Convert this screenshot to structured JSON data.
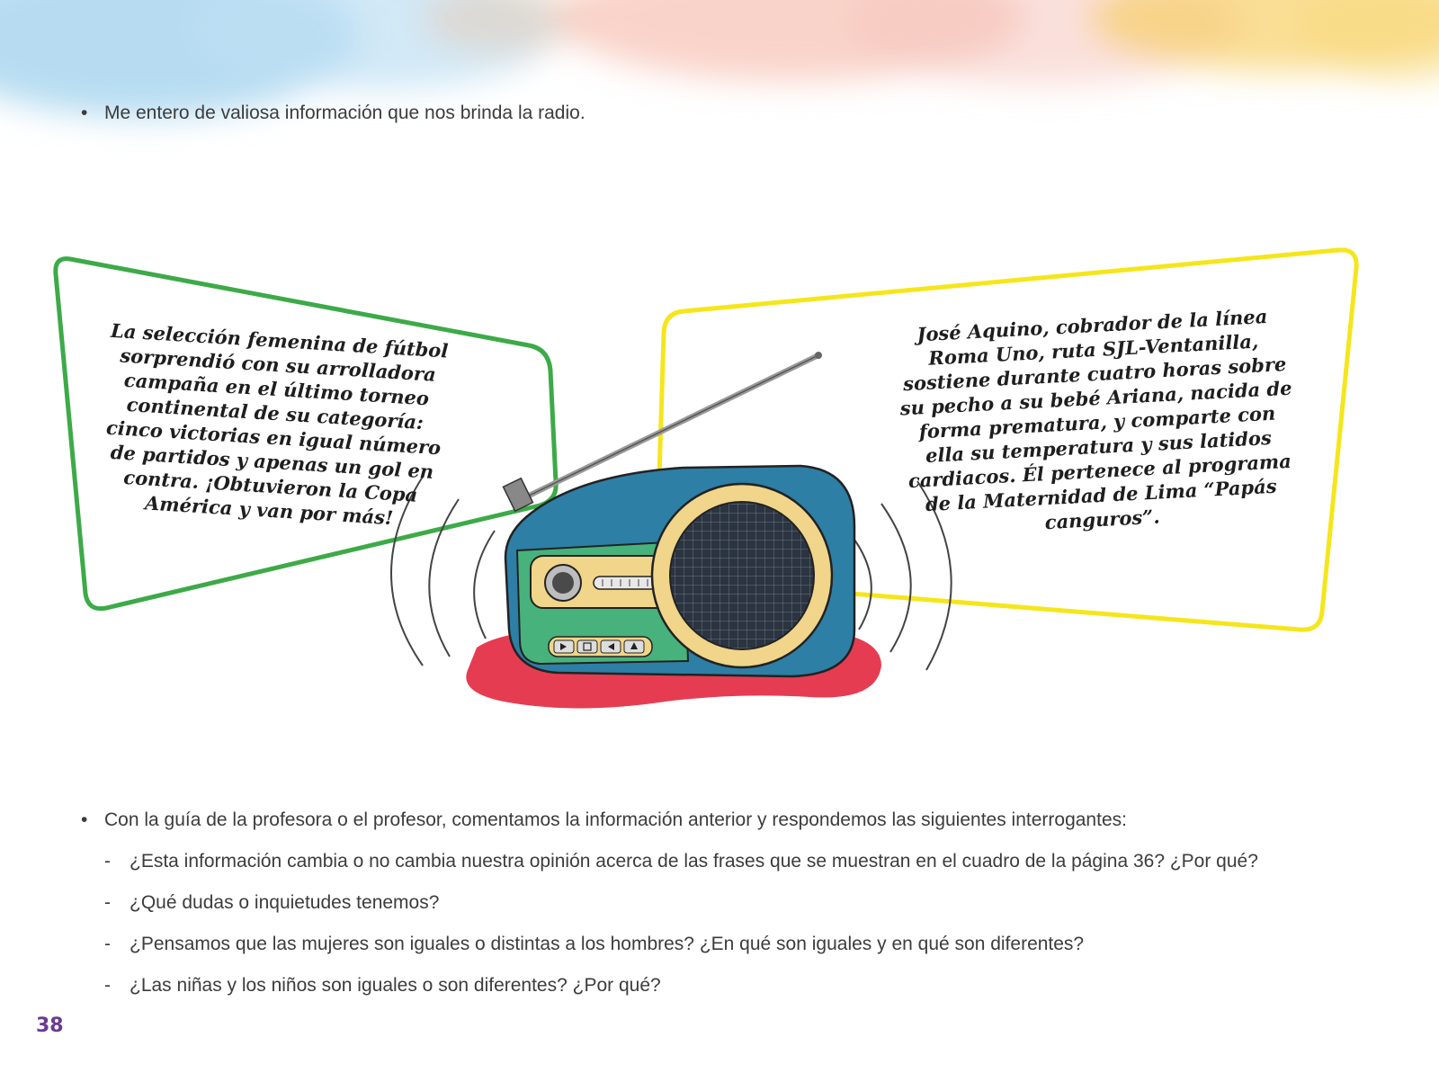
{
  "intro_bullet": "Me entero de valiosa información que nos brinda la radio.",
  "left_bubble": {
    "text": "La selección femenina de fútbol sorprendió con su arrolladora campaña en el último torneo continental de su categoría: cinco victorias en igual número de partidos y apenas un gol en contra. ¡Obtuvieron la Copa América y van por más!",
    "border_color": "#3daa48"
  },
  "right_bubble": {
    "text": "José Aquino, cobrador de la línea Roma Uno, ruta SJL-Ventanilla, sostiene durante cuatro horas sobre su pecho a su bebé Ariana, nacida de forma prematura, y comparte con ella su temperatura y sus latidos cardiacos. Él pertenece al programa de la Maternidad de Lima “Papás canguros”.",
    "border_color": "#f5e61c"
  },
  "discussion": {
    "lead": "Con la guía de la profesora o el profesor, comentamos la información anterior y respondemos las siguientes interrogantes:",
    "questions": [
      "¿Esta información cambia o no cambia nuestra opinión acerca de las frases que se muestran en el cuadro de la página 36? ¿Por qué?",
      "¿Qué dudas o inquietudes tenemos?",
      "¿Pensamos que las mujeres son iguales o distintas a los hombres? ¿En qué son iguales y en qué son diferentes?",
      "¿Las niñas y los niños son iguales o son diferentes? ¿Por qué?"
    ],
    "dash": "-"
  },
  "bullet_symbol": "•",
  "page_number": "38",
  "colors": {
    "radio_body": "#2d7fa6",
    "radio_panel": "#47b27b",
    "radio_trim": "#f0d58a",
    "speaker_grille": "#2b3440",
    "red_shadow": "#e63c52",
    "page_number": "#6a3a92"
  }
}
